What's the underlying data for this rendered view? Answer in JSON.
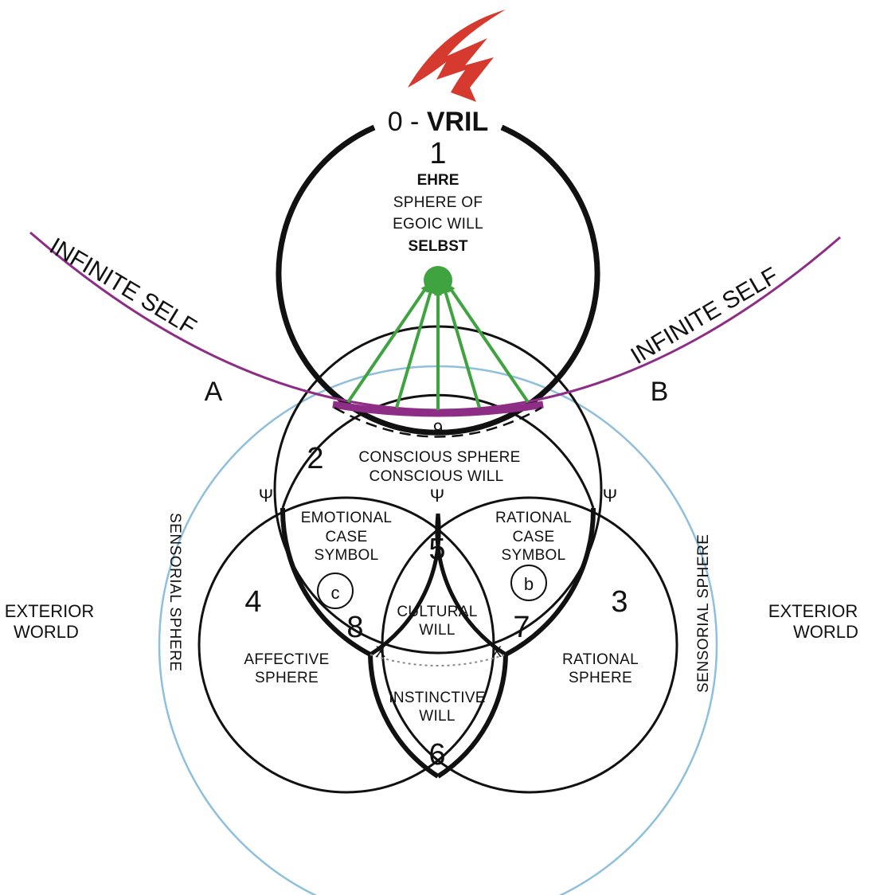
{
  "diagram": {
    "vril": {
      "prefix": "0 - ",
      "name": "VRIL"
    },
    "ego_sphere": {
      "number": "1",
      "name": "EHRE",
      "line1": "SPHERE OF",
      "line2": "EGOIC WILL",
      "subname": "SELBST"
    },
    "infinite_self": {
      "left": "INFINITE SELF",
      "right": "INFINITE SELF",
      "point_a": "A",
      "point_b": "B"
    },
    "center_point": {
      "number": "9"
    },
    "conscious_sphere": {
      "number": "2",
      "line1": "CONSCIOUS SPHERE",
      "line2": "CONSCIOUS WILL"
    },
    "psi_symbol": "Ψ",
    "emotional": {
      "line1": "EMOTIONAL",
      "line2": "CASE",
      "line3": "SYMBOL",
      "circle_letter": "c",
      "number": "8"
    },
    "rational_case": {
      "line1": "RATIONAL",
      "line2": "CASE",
      "line3": "SYMBOL",
      "circle_letter": "b",
      "number": "7"
    },
    "cultural": {
      "number": "5",
      "line1": "CULTURAL",
      "line2": "WILL"
    },
    "affective": {
      "number": "4",
      "line1": "AFFECTIVE",
      "line2": "SPHERE"
    },
    "rational_sphere": {
      "number": "3",
      "line1": "RATIONAL",
      "line2": "SPHERE"
    },
    "instinctive": {
      "number": "6",
      "line1": "INSTINCTIVE",
      "line2": "WILL"
    },
    "cross_mark": "X",
    "sensorial": {
      "left": "SENSORIAL SPHERE",
      "right": "SENSORIAL SPHERE"
    },
    "exterior": {
      "line1": "EXTERIOR",
      "line2": "WORLD"
    }
  },
  "colors": {
    "lightning": "#d63a2e",
    "infinite_self": "#8e2d86",
    "sensorial_circle": "#8ebfdc",
    "selbst_arrows": "#3fa33f",
    "outline": "#111111"
  }
}
